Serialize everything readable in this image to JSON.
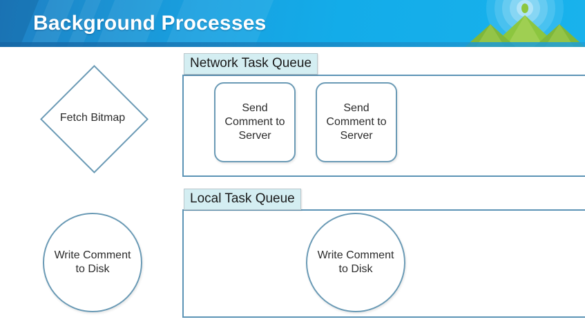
{
  "header": {
    "title": "Background Processes",
    "background_color": "#18a8e6",
    "title_color": "#ffffff",
    "logo_name": "mountains-radio-waves-logo"
  },
  "diagram": {
    "accent_color": "#6a9ab5",
    "label_fill_color": "#d4eef2",
    "standalone_shapes": [
      {
        "id": "fetch-bitmap",
        "type": "diamond",
        "label": "Fetch Bitmap"
      },
      {
        "id": "write-comment-to-disk",
        "type": "circle",
        "label": "Write Comment to Disk"
      }
    ],
    "queues": [
      {
        "id": "network-task-queue",
        "label": "Network Task Queue",
        "items": [
          {
            "id": "send-comment-to-server-1",
            "type": "rounded-rect",
            "label": "Send Comment to Server"
          },
          {
            "id": "send-comment-to-server-2",
            "type": "rounded-rect",
            "label": "Send Comment to Server"
          }
        ]
      },
      {
        "id": "local-task-queue",
        "label": "Local Task Queue",
        "items": [
          {
            "id": "write-comment-to-disk-queued",
            "type": "circle",
            "label": "Write Comment to Disk"
          }
        ]
      }
    ]
  }
}
